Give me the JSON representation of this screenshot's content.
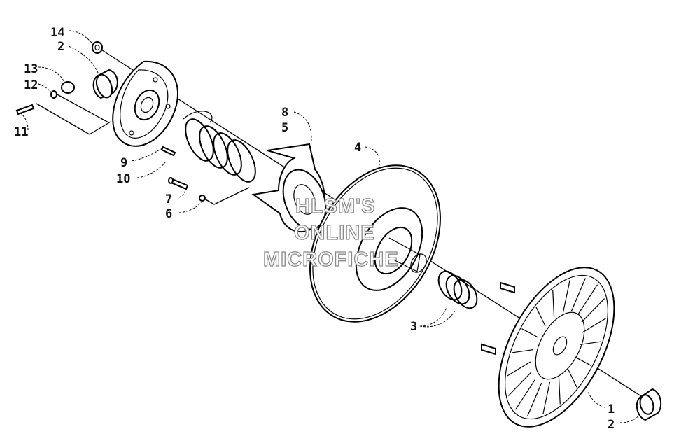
{
  "labels": {
    "l14": "14",
    "l2a": "2",
    "l13": "13",
    "l12": "12",
    "l11": "11",
    "l9": "9",
    "l10": "10",
    "l7": "7",
    "l6": "6",
    "l8": "8",
    "l5": "5",
    "l4": "4",
    "l3": "3",
    "l1": "1",
    "l2b": "2"
  },
  "watermark": {
    "line1": "HLSM'S",
    "line2": "ONLINE",
    "line3": "MICROFICHE"
  }
}
